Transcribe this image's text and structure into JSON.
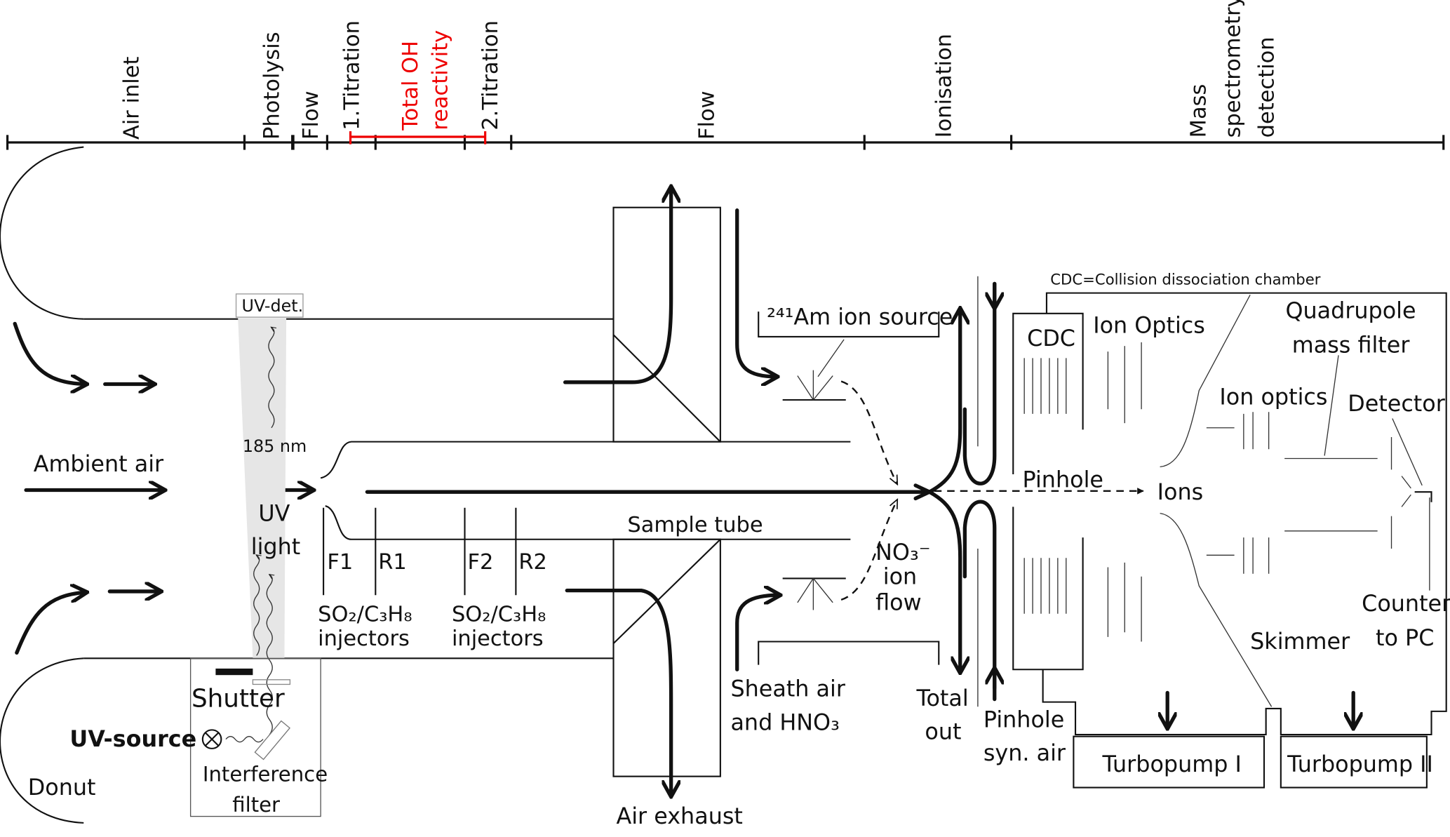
{
  "axis_sections": {
    "air_inlet": "Air inlet",
    "photolysis": "Photolysis",
    "flow1": "Flow",
    "titration1": "1.Titration",
    "oh_reactivity_line1": "Total OH",
    "oh_reactivity_line2": "reactivity",
    "titration2": "2.Titration",
    "flow2": "Flow",
    "ionisation": "Ionisation",
    "ms_line1": "Mass",
    "ms_line2": "spectrometry",
    "ms_line3": "detection"
  },
  "labels": {
    "ambient_air": "Ambient air",
    "uv_det": "UV-det.",
    "nm185": "185 nm",
    "uv_light_1": "UV",
    "uv_light_2": "light",
    "shutter": "Shutter",
    "uv_source": "UV-source",
    "interference_1": "Interference",
    "interference_2": "filter",
    "donut": "Donut",
    "f1": "F1",
    "r1": "R1",
    "f2": "F2",
    "r2": "R2",
    "injectors1_1": "SO₂/C₃H₈",
    "injectors1_2": "injectors",
    "injectors2_1": "SO₂/C₃H₈",
    "injectors2_2": "injectors",
    "sample_tube": "Sample tube",
    "air_exhaust": "Air exhaust",
    "am_source": "²⁴¹Am ion source",
    "no3_1": "NO₃⁻",
    "no3_2": "ion",
    "no3_3": "flow",
    "sheath_1": "Sheath air",
    "sheath_2": "and HNO₃",
    "total_out_1": "Total",
    "total_out_2": "out",
    "pinhole_air_1": "Pinhole",
    "pinhole_air_2": "syn. air",
    "cdc_def": "CDC=Collision dissociation chamber",
    "cdc": "CDC",
    "ion_optics_upper": "Ion Optics",
    "quad_1": "Quadrupole",
    "quad_2": "mass filter",
    "ion_optics": "Ion optics",
    "detector": "Detector",
    "pinhole": "Pinhole",
    "ions": "Ions",
    "counter_1": "Counter",
    "counter_2": "to PC",
    "skimmer": "Skimmer",
    "turbopump1": "Turbopump I",
    "turbopump2": "Turbopump II"
  },
  "colors": {
    "highlight": "#e00000",
    "line": "#111111"
  }
}
